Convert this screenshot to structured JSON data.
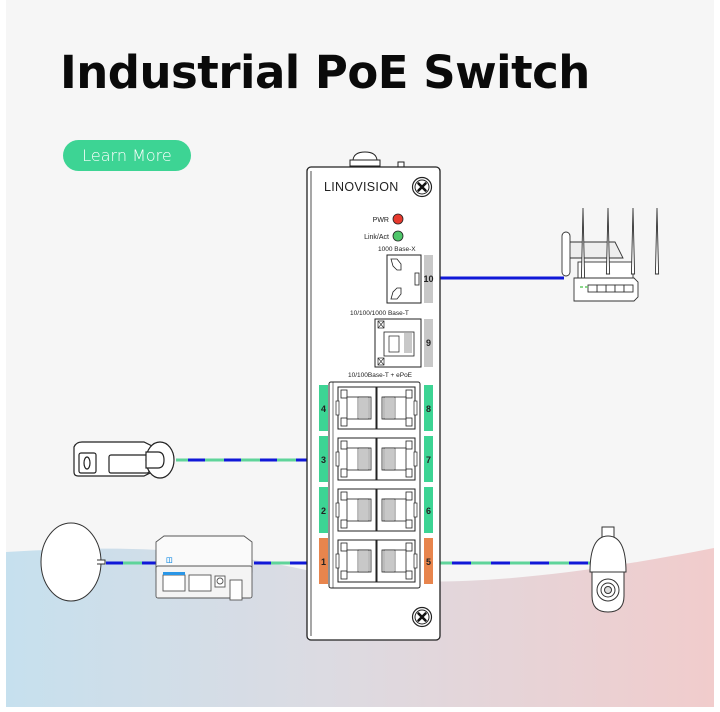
{
  "header": {
    "title": "Industrial PoE Switch",
    "cta_label": "Learn More"
  },
  "colors": {
    "accent_green": "#3dd494",
    "port_green": "#3dd494",
    "port_orange": "#e8854d",
    "port_gray": "#c8c8c8",
    "cable_blue": "#1018d8",
    "cable_green": "#5fd49a",
    "led_pwr": "#e83a2e",
    "led_link": "#4fc66a",
    "bg_left": "#c8e0ee",
    "bg_right": "#f0cccc"
  },
  "switch": {
    "brand": "LINOVISION",
    "leds": [
      {
        "label": "PWR",
        "color": "red"
      },
      {
        "label": "Link/Act",
        "color": "green"
      }
    ],
    "sections": {
      "sfp": "1000 Base-X",
      "gigabit": "10/100/1000 Base-T",
      "poe": "10/100Base-T + ePoE"
    },
    "ports": [
      {
        "number": "10",
        "type": "SFP",
        "status": "gray"
      },
      {
        "number": "9",
        "type": "RJ45",
        "status": "gray"
      },
      {
        "number": "4",
        "status": "green"
      },
      {
        "number": "8",
        "status": "green"
      },
      {
        "number": "3",
        "status": "green"
      },
      {
        "number": "7",
        "status": "green"
      },
      {
        "number": "2",
        "status": "green"
      },
      {
        "number": "6",
        "status": "green"
      },
      {
        "number": "1",
        "status": "orange"
      },
      {
        "number": "5",
        "status": "orange"
      }
    ]
  },
  "devices": [
    {
      "name": "router",
      "connected_port": "10"
    },
    {
      "name": "bullet-camera",
      "connected_port": "3"
    },
    {
      "name": "extender",
      "connected_port": "1"
    },
    {
      "name": "dome-access-point",
      "connected_port": "1"
    },
    {
      "name": "ptz-camera",
      "connected_port": "5"
    }
  ]
}
